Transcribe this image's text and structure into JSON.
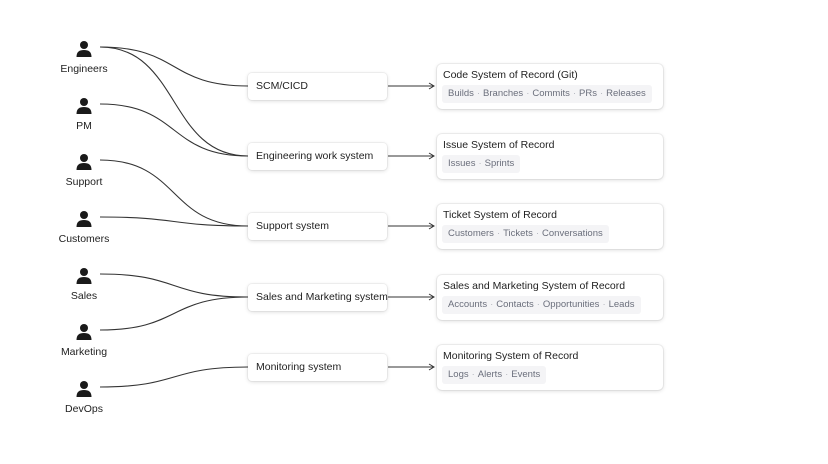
{
  "people": [
    {
      "label": "Engineers",
      "icon": "person-icon"
    },
    {
      "label": "PM",
      "icon": "person-icon"
    },
    {
      "label": "Support",
      "icon": "person-icon"
    },
    {
      "label": "Customers",
      "icon": "person-icon"
    },
    {
      "label": "Sales",
      "icon": "person-icon"
    },
    {
      "label": "Marketing",
      "icon": "person-icon"
    },
    {
      "label": "DevOps",
      "icon": "person-icon"
    }
  ],
  "systems": [
    {
      "label": "SCM/CICD"
    },
    {
      "label": "Engineering work system"
    },
    {
      "label": "Support system"
    },
    {
      "label": "Sales and Marketing system"
    },
    {
      "label": "Monitoring system"
    }
  ],
  "records": [
    {
      "title": "Code System of Record (Git)",
      "items": [
        "Builds",
        "Branches",
        "Commits",
        "PRs",
        "Releases"
      ]
    },
    {
      "title": "Issue System of Record",
      "items": [
        "Issues",
        "Sprints"
      ]
    },
    {
      "title": "Ticket System of Record",
      "items": [
        "Customers",
        "Tickets",
        "Conversations"
      ]
    },
    {
      "title": "Sales and Marketing System of Record",
      "items": [
        "Accounts",
        "Contacts",
        "Opportunities",
        "Leads"
      ]
    },
    {
      "title": "Monitoring System of Record",
      "items": [
        "Logs",
        "Alerts",
        "Events"
      ]
    }
  ],
  "links": [
    {
      "from": "Engineers",
      "to": "SCM/CICD"
    },
    {
      "from": "Engineers",
      "to": "Engineering work system"
    },
    {
      "from": "PM",
      "to": "Engineering work system"
    },
    {
      "from": "Support",
      "to": "Support system"
    },
    {
      "from": "Customers",
      "to": "Support system"
    },
    {
      "from": "Sales",
      "to": "Sales and Marketing system"
    },
    {
      "from": "Marketing",
      "to": "Sales and Marketing system"
    },
    {
      "from": "DevOps",
      "to": "Monitoring system"
    }
  ],
  "colors": {
    "line": "#333333",
    "icon": "#1a1a1a",
    "chip_bg": "#f4f4f6",
    "chip_text": "#6b6f7c"
  }
}
